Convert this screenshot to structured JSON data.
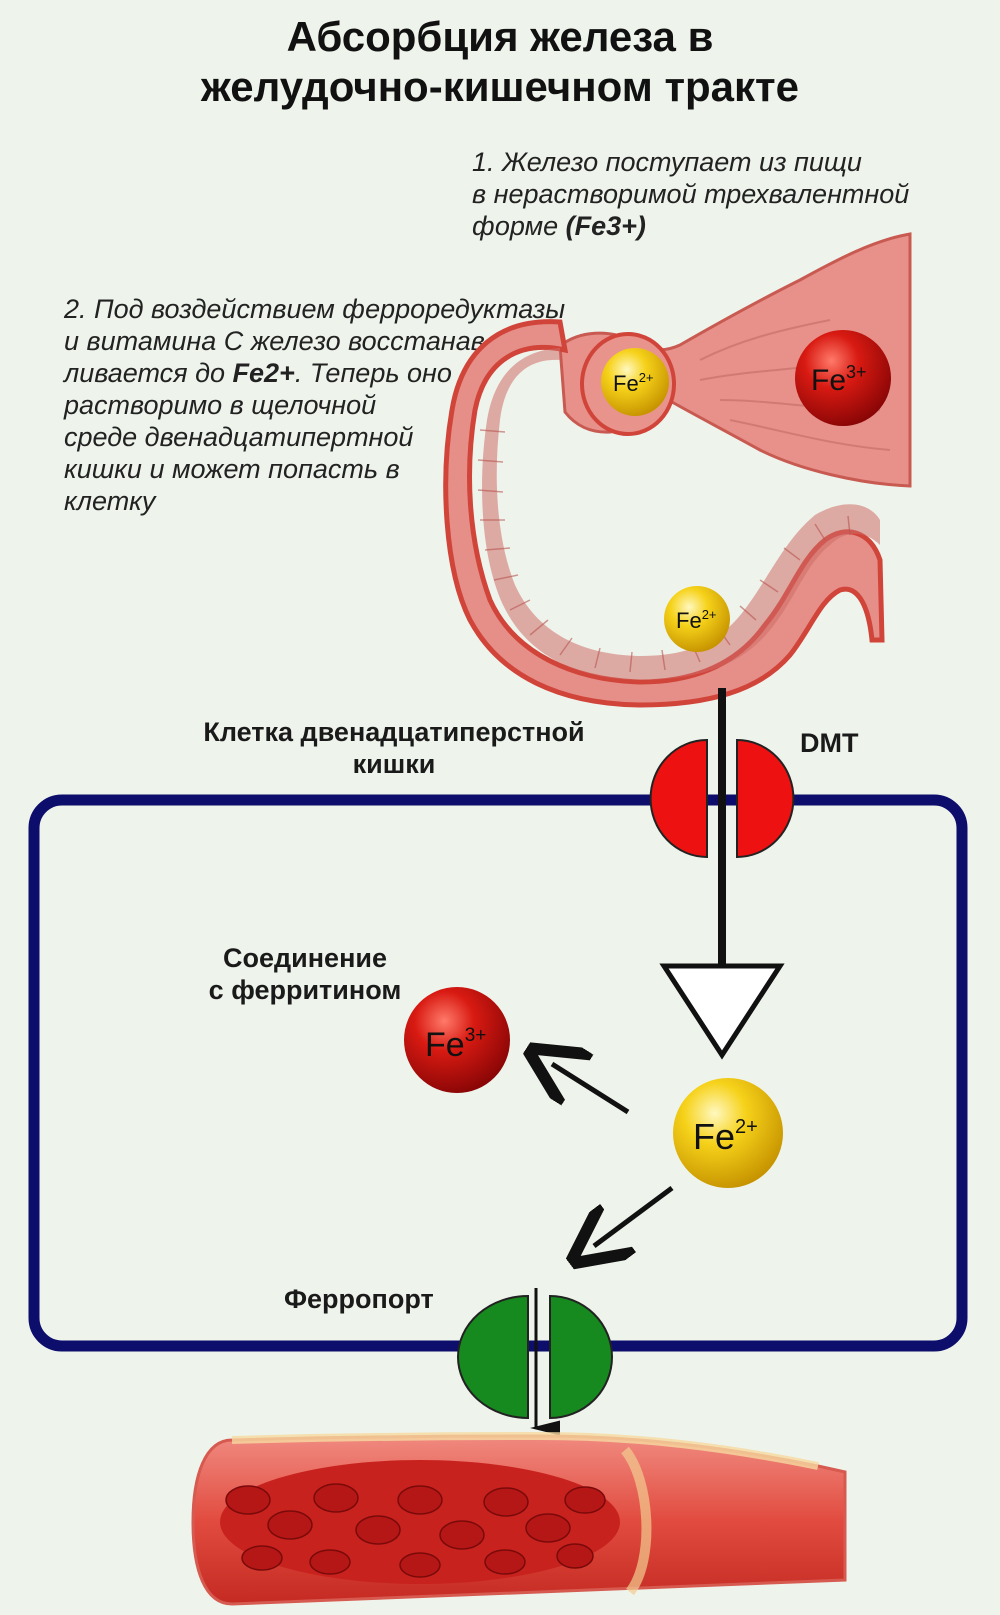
{
  "title": {
    "line1": "Абсорбция железа в",
    "line2": "желудочно-кишечном тракте"
  },
  "note1": {
    "line1": "1. Железо поступает из пищи",
    "line2": "в нерастворимой трехвалентной",
    "line3_prefix": "форме ",
    "line3_bold": "(Fe3+)"
  },
  "note2": {
    "line1": "2. Под воздействием ферроредуктазы",
    "line2": "и витамина С железо восстанав",
    "line3_prefix": "ливается до ",
    "line3_bold": "Fe2+",
    "line3_suffix": ". Теперь оно",
    "line4": "растворимо в щелочной",
    "line5": "среде двенадцатипертной",
    "line6": "кишки и может попасть в",
    "line7": "клетку"
  },
  "labels": {
    "cell_line1": "Клетка двенадцатиперстной",
    "cell_line2": "кишки",
    "dmt": "DMT",
    "ferritin_line1": "Соединение",
    "ferritin_line2": "с ферритином",
    "ferroport": "Ферропорт"
  },
  "ions": {
    "fe2_base": "Fe",
    "fe2_sup": "2+",
    "fe3_base": "Fe",
    "fe3_sup": "3+"
  },
  "colors": {
    "cell_border": "#0d0d6b",
    "dmt": "#ee1111",
    "ferroportin": "#168a1e",
    "fe2": "#f2c200",
    "fe3": "#cc1010",
    "tissue": "#e47e76",
    "blood": "#d92a2a"
  }
}
